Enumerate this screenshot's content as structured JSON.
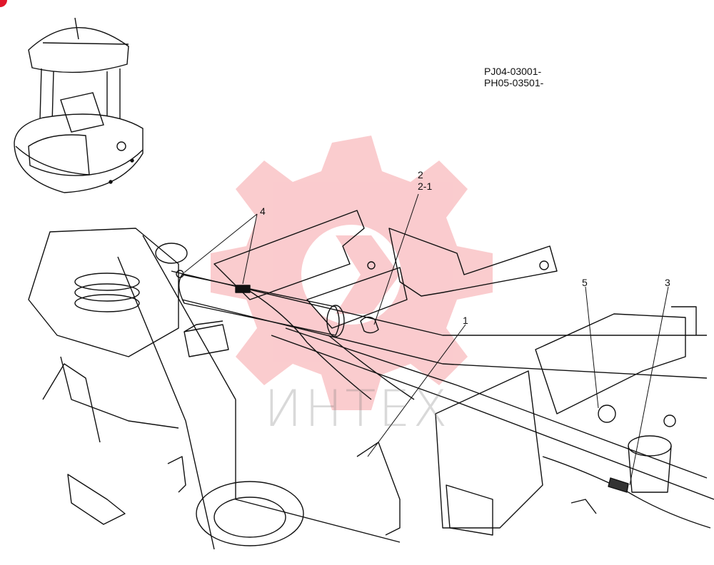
{
  "serial_numbers": [
    "PJ04-03001-",
    "PH05-03501-"
  ],
  "callouts": {
    "c1": "1",
    "c2": "2",
    "c2_1": "2-1",
    "c3": "3",
    "c4": "4",
    "c5": "5"
  },
  "watermark": {
    "text": "ИНТЕХ",
    "color": "#e8323c"
  },
  "colors": {
    "line": "#111111",
    "watermark_gear": "#f06068",
    "corner_badge": "#e0162b"
  }
}
